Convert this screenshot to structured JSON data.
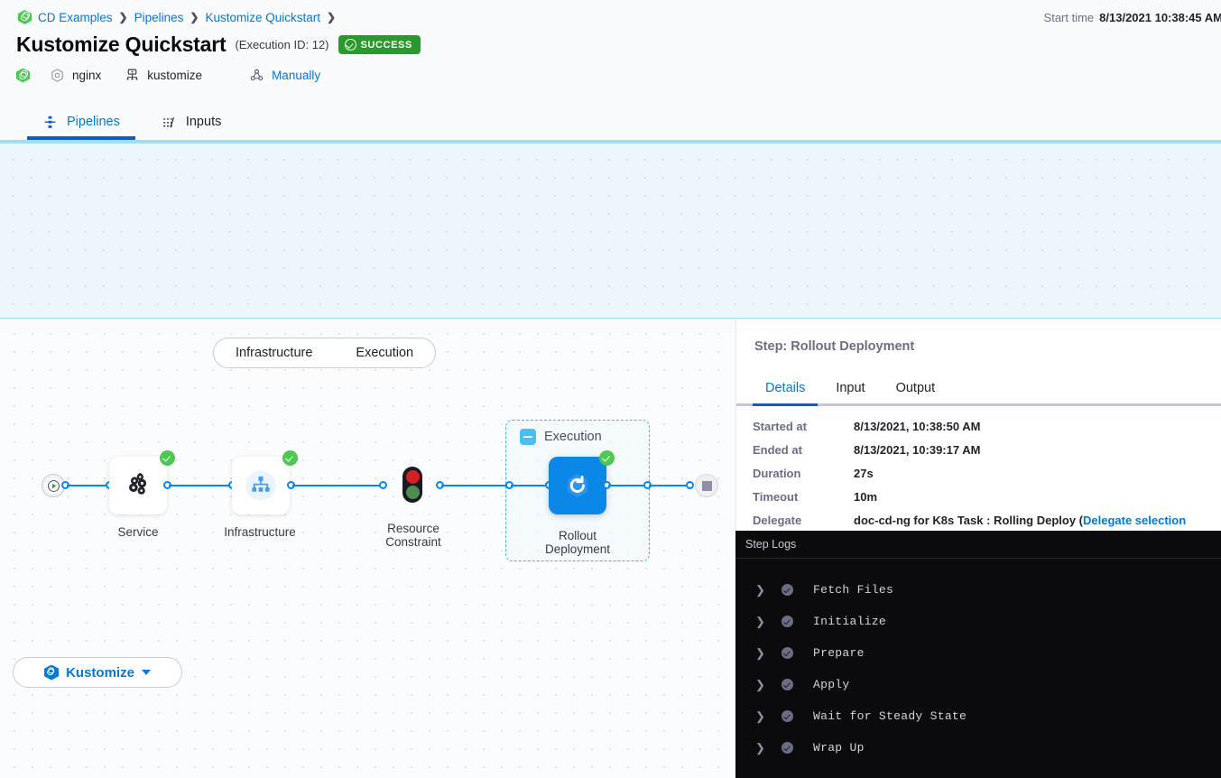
{
  "header": {
    "breadcrumb": [
      {
        "label": "CD Examples",
        "icon": "harness-hex-icon"
      },
      {
        "label": "Pipelines",
        "icon": null
      },
      {
        "label": "Kustomize Quickstart",
        "icon": null
      }
    ],
    "start_time_label": "Start time",
    "start_time_value": "8/13/2021 10:38:45 AM",
    "title": "Kustomize Quickstart",
    "execution_id": "(Execution ID: 12)",
    "status_badge": "SUCCESS",
    "status_color": "#299b2c",
    "meta": [
      {
        "icon": "harness-hex-icon",
        "label": ""
      },
      {
        "icon": "service-hex-icon",
        "label": "nginx"
      },
      {
        "icon": "environment-icon",
        "label": "kustomize"
      },
      {
        "icon": "trigger-icon",
        "label": "Manually"
      }
    ]
  },
  "tabs": [
    {
      "label": "Pipelines",
      "icon": "pipeline-icon",
      "active": true
    },
    {
      "label": "Inputs",
      "icon": "inputs-icon",
      "active": false
    }
  ],
  "pipeline_graph": {
    "nodes": [
      {
        "name": "Kustomize",
        "status": "success",
        "icon": "harness-hex-icon"
      }
    ]
  },
  "stage_selector": {
    "current_stage": "Kustomize",
    "segments": [
      "Infrastructure",
      "Execution"
    ]
  },
  "execution_graph": {
    "nodes": [
      {
        "label": "Service",
        "icon": "service-icon",
        "status": "success"
      },
      {
        "label": "Infrastructure",
        "icon": "infrastructure-icon",
        "status": "success"
      },
      {
        "label": "Resource\nConstraint",
        "icon": "traffic-light-icon",
        "status": "none"
      },
      {
        "label": "Rollout\nDeployment",
        "icon": "rollout-icon",
        "status": "success"
      }
    ],
    "group": {
      "title": "Execution"
    }
  },
  "detail": {
    "title": "Step: Rollout Deployment",
    "tabs": [
      {
        "label": "Details",
        "active": true
      },
      {
        "label": "Input",
        "active": false
      },
      {
        "label": "Output",
        "active": false
      }
    ],
    "rows": [
      {
        "key": "Started at",
        "value": "8/13/2021, 10:38:50 AM"
      },
      {
        "key": "Ended at",
        "value": "8/13/2021, 10:39:17 AM"
      },
      {
        "key": "Duration",
        "value": "27s"
      },
      {
        "key": "Timeout",
        "value": "10m"
      },
      {
        "key": "Delegate",
        "value": "doc-cd-ng for K8s Task : Rolling Deploy (",
        "link": "Delegate selection logs",
        "value_tail": ")"
      }
    ]
  },
  "logs": {
    "header": "Step Logs",
    "rows": [
      {
        "label": "Fetch Files",
        "status": "success"
      },
      {
        "label": "Initialize",
        "status": "success"
      },
      {
        "label": "Prepare",
        "status": "success"
      },
      {
        "label": "Apply",
        "status": "success"
      },
      {
        "label": "Wait for Steady State",
        "status": "success"
      },
      {
        "label": "Wrap Up",
        "status": "success"
      }
    ]
  }
}
